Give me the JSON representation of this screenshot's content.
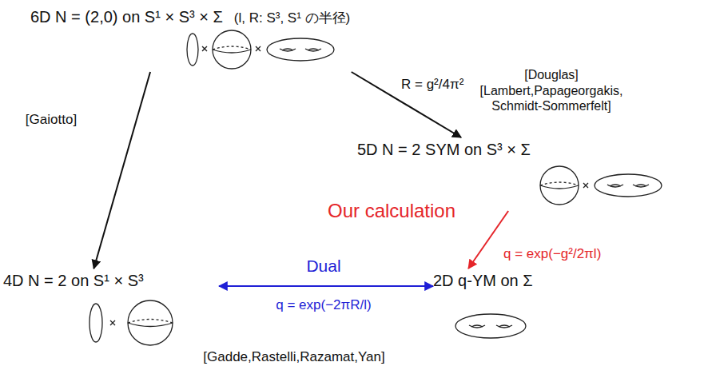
{
  "diagram": {
    "nodes": [
      {
        "text": [
          "6D N = (2,0) on S¹ × S³ × Σ",
          "(l, R: S³, S¹ の半径)"
        ]
      },
      {
        "text": [
          "5D N = 2 SYM on S³ × Σ"
        ]
      },
      {
        "text": [
          "4D N = 2 on S¹ × S³"
        ]
      },
      {
        "text": [
          "2D q-YM on Σ"
        ]
      }
    ],
    "edges": [
      {
        "from": 0,
        "to": 2,
        "arrow": "to",
        "label": "[Gaiotto]"
      },
      {
        "from": 0,
        "to": 1,
        "arrow": "to",
        "label": "R = g²/4π²"
      },
      {
        "from": 1,
        "to": 3,
        "arrow": "to",
        "label": "Our calculation"
      },
      {
        "from": 2,
        "to": 3,
        "arrow": "both",
        "label": "Dual"
      }
    ],
    "labels": [
      "[Douglas]",
      "[Lambert,Papageorgakis, Schmidt-Sommerfelt]",
      "q = exp(−g²/2πl)",
      "q = exp(−2πR/l)",
      "[Gadde,Rastelli,Razamat,Yan]"
    ]
  }
}
